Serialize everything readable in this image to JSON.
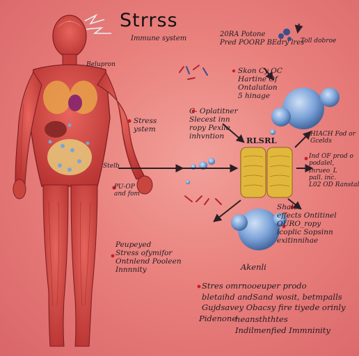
{
  "title": "Strrss",
  "subtitle": "Immune system",
  "labels": {
    "body_left": "Belupron",
    "stress_a": "Stress",
    "stress_b": "ystem",
    "side_left": "Stelb",
    "pu_a": "PU-OP",
    "pu_b": "and fom",
    "bottom_left": [
      "Peupeyed",
      "Stress ofymifor",
      "Ontnlend Pooleen",
      "Innnnity"
    ],
    "top_right": [
      "20RA Potone",
      "Pred POORP BEdry lres"
    ],
    "top_right_side": "Toll dobroe",
    "skon": [
      "Skon Cy OC",
      "Hartine Of",
      "Ontalution",
      "5 hinage"
    ],
    "center": [
      "C- Oplatitner",
      "Slecest inn",
      "ropy Pexile",
      "inhvntion"
    ],
    "gland": "RLSRL",
    "right_a": [
      "HIACH Fod or",
      "Gcelds"
    ],
    "right_b": [
      "Ind OF prod o",
      "podalel,",
      "Inrueo_L",
      "pall. inc.",
      "L02 OD Ranstal"
    ],
    "effects": [
      "Shalc",
      "effects Ontitinel",
      "OURO_ropy",
      "icoplic Sopsinn",
      "exitinnihae"
    ],
    "bottom_heading": "Akenli",
    "bottom_lines": [
      "Stres omrnooeuper prodo",
      "bletaihd andSand wosit, betmpalls",
      "Gujdsavey Obacsy fire tiyede orinly"
    ],
    "bottom_left_word": "Pidenone",
    "bottom_last": [
      "heansththtes",
      "Indilmenfied Immninity"
    ]
  },
  "colors": {
    "background": "#e9807c",
    "muscle": "#c23c3a",
    "gland": "#e2b83c",
    "cell": "#6f9ad6",
    "arrow": "#2a1f24"
  }
}
